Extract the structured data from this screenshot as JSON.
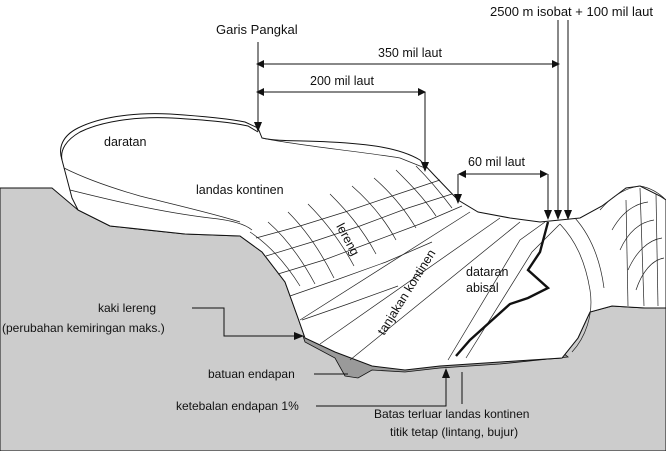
{
  "labels": {
    "garis_pangkal": "Garis Pangkal",
    "isobath_100": "2500 m isobat + 100 mil laut",
    "mil_350": "350 mil laut",
    "mil_200": "200 mil laut",
    "mil_60": "60 mil laut",
    "daratan": "daratan",
    "landas_kontinen": "landas kontinen",
    "lereng": "lereng",
    "tanjakan_kontinen": "tanjakan kontinen",
    "dataran": "dataran",
    "abisal": "abisal",
    "kaki_lereng_1": "kaki lereng",
    "kaki_lereng_2": "(perubahan kemiringan maks.)",
    "batuan_endapan": "batuan endapan",
    "ketebalan_endapan": "ketebalan endapan 1%",
    "batas_1": "Batas  terluar landas kontinen",
    "batas_2": "titik tetap (lintang, bujur)"
  },
  "colors": {
    "ground": "#cccccc",
    "sediment": "#9a9a9a",
    "line": "#111111",
    "background": "#ffffff"
  }
}
